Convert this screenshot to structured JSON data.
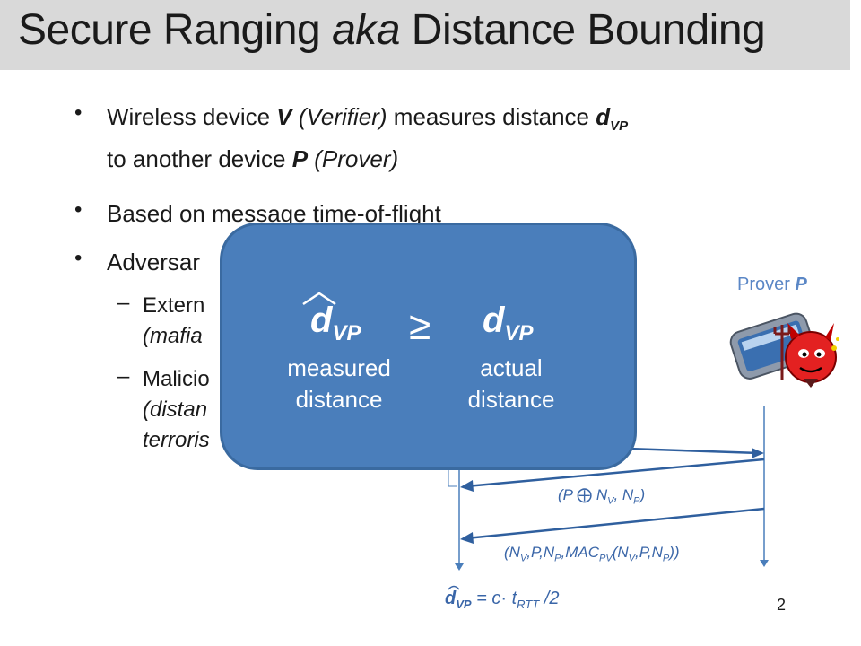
{
  "title": {
    "main": "Secure Ranging ",
    "italic": "aka",
    "rest": " Distance Bounding"
  },
  "bullets": {
    "b1": {
      "t1": "Wireless device ",
      "v": "V",
      "t2": " (Verifier)",
      "t3": " measures distance ",
      "d": "d",
      "vp": "VP",
      "t4": "to another device ",
      "p": "P",
      "t5": " (Prover)"
    },
    "b2": "Based on message time-of-flight",
    "b3": "Adversar",
    "s1": {
      "a": "Extern",
      "b": "(mafia"
    },
    "s2": {
      "a": "Malicio",
      "b": "(distan",
      "c": "terroris"
    }
  },
  "prover_label": {
    "text": "Prover ",
    "p": "P"
  },
  "messages": {
    "m1": {
      "a": "(P ",
      "op": "⨁",
      "b": " N",
      "bs": "V",
      "c": ", N",
      "cs": "P",
      "d": ")"
    },
    "m2": {
      "a": "(N",
      "as": "V",
      "b": ",P,N",
      "bs": "P",
      "c": ",MAC",
      "cs": "PV",
      "d": "(N",
      "ds": "V",
      "e": ",P,N",
      "es": "P",
      "f": "))"
    }
  },
  "formula": {
    "d": "d",
    "vp": "VP",
    "rest": " = c",
    "dot": "·",
    "t": " t",
    "rtt": "RTT",
    "end": " /2"
  },
  "overlay": {
    "lhs": "d",
    "lhs_sub": "VP",
    "geq": "≥",
    "rhs": "d",
    "rhs_sub": "VP",
    "left_label_1": "measured",
    "left_label_2": "distance",
    "right_label_1": "actual",
    "right_label_2": "distance"
  },
  "page_number": "2",
  "colors": {
    "overlay": "#4a7ebb",
    "accent": "#3a66a8",
    "prover": "#5b87c6",
    "title_bar": "#d9d9d9"
  }
}
